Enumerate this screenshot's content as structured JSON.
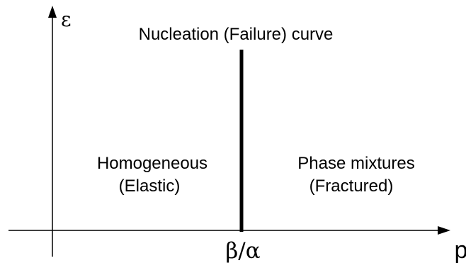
{
  "diagram": {
    "title": "Nucleation (Failure) curve",
    "y_axis_label": "ε",
    "x_axis_label": "p",
    "boundary_label": "β/α",
    "left_region": {
      "line1": "Homogeneous",
      "line2": "(Elastic)"
    },
    "right_region": {
      "line1": "Phase mixtures",
      "line2": "(Fractured)"
    },
    "line_color": "#000000"
  }
}
